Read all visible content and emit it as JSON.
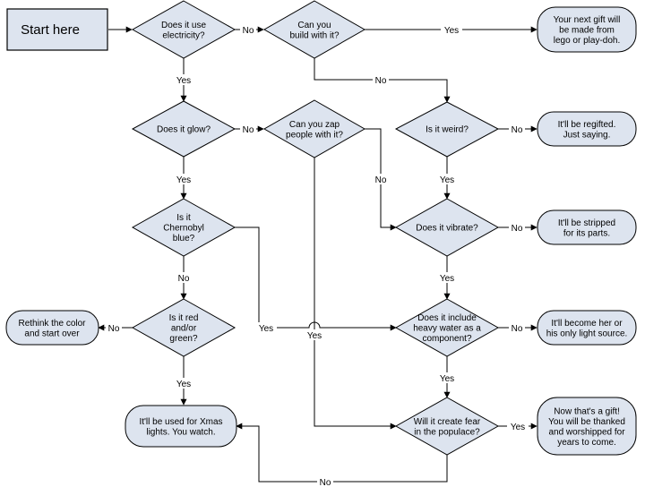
{
  "nodes": {
    "start": "Start here",
    "electricity": [
      "Does it use",
      "electricity?"
    ],
    "build": [
      "Can you",
      "build with it?"
    ],
    "lego": [
      "Your next gift will",
      "be made from",
      "lego or play-doh."
    ],
    "glow": [
      "Does it glow?"
    ],
    "zap": [
      "Can you zap",
      "people with it?"
    ],
    "weird": [
      "Is it weird?"
    ],
    "regifted": [
      "It'll be regifted.",
      "Just saying."
    ],
    "chernobyl": [
      "Is it",
      "Chernobyl",
      "blue?"
    ],
    "vibrate": [
      "Does it vibrate?"
    ],
    "stripped": [
      "It'll be stripped",
      "for its parts."
    ],
    "redgreen": [
      "Is it red",
      "and/or",
      "green?"
    ],
    "rethink": [
      "Rethink the color",
      "and start over"
    ],
    "heavywater": [
      "Does it include",
      "heavy water as a",
      "component?"
    ],
    "lightsource": [
      "It'll become her or",
      "his only light source."
    ],
    "xmas": [
      "It'll be used for Xmas",
      "lights.  You watch."
    ],
    "fear": [
      "Will it create fear",
      "in the populace?"
    ],
    "gift": [
      "Now that's a gift!",
      "You will be thanked",
      "and worshipped for",
      "years to come."
    ]
  },
  "labels": {
    "yes": "Yes",
    "no": "No"
  }
}
